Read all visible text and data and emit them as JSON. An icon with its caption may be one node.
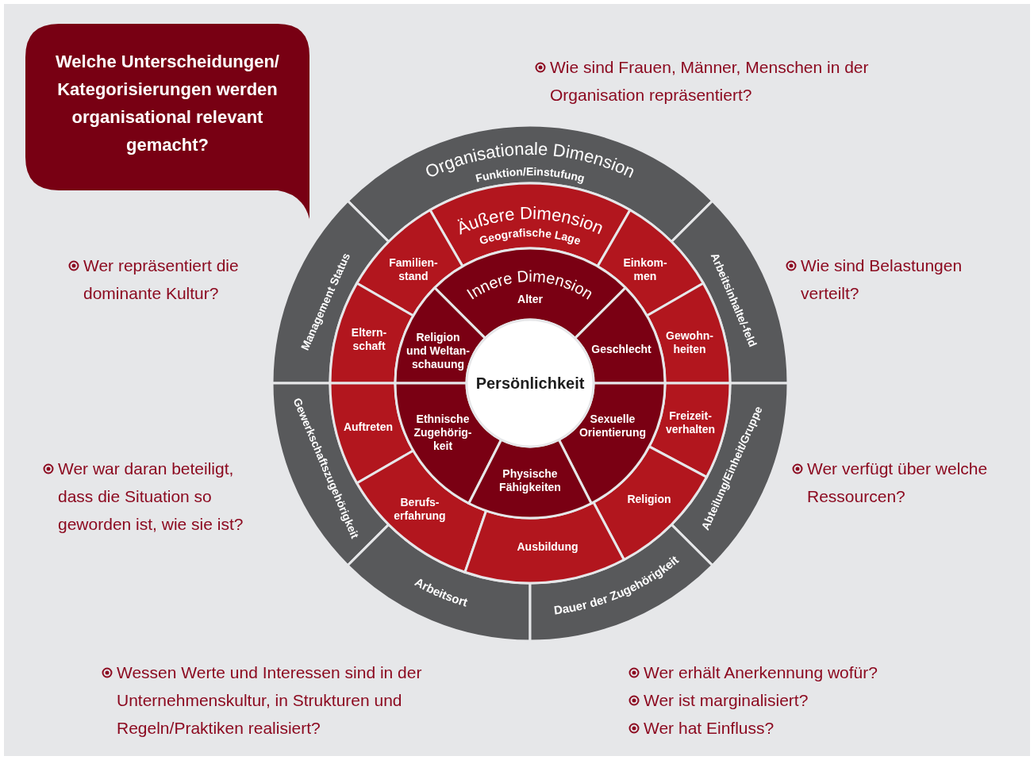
{
  "diagram": {
    "nodes": [
      {
        "text": [
          "Welche Unterscheidungen/ Kategorisierungen werden organisational relevant gemacht?"
        ]
      },
      {
        "text": [
          "Organisationale Dimension",
          "Funktion/Einstufung"
        ]
      },
      {
        "text": [
          "Management Status"
        ]
      },
      {
        "text": [
          "Arbeitsinhalte/-feld"
        ]
      },
      {
        "text": [
          "Gewerkschaftszugehörigkeit"
        ]
      },
      {
        "text": [
          "Abteilung/Einheit/Gruppe"
        ]
      },
      {
        "text": [
          "Arbeitsort"
        ]
      },
      {
        "text": [
          "Dauer der Zugehörigkeit"
        ]
      },
      {
        "text": [
          "Äußere Dimension",
          "Geografische Lage"
        ]
      },
      {
        "text": [
          "Familien- stand"
        ]
      },
      {
        "text": [
          "Einkom- men"
        ]
      },
      {
        "text": [
          "Eltern- schaft"
        ]
      },
      {
        "text": [
          "Gewohn- heiten"
        ]
      },
      {
        "text": [
          "Auftreten"
        ]
      },
      {
        "text": [
          "Freizeit- verhalten"
        ]
      },
      {
        "text": [
          "Berufs- erfahrung"
        ]
      },
      {
        "text": [
          "Religion"
        ]
      },
      {
        "text": [
          "Ausbildung"
        ]
      },
      {
        "text": [
          "Innere Dimension",
          "Alter"
        ]
      },
      {
        "text": [
          "Religion und Weltan- schauung"
        ]
      },
      {
        "text": [
          "Geschlecht"
        ]
      },
      {
        "text": [
          "Ethnische Zugehörig- keit"
        ]
      },
      {
        "text": [
          "Sexuelle Orientierung"
        ]
      },
      {
        "text": [
          "Physische Fähigkeiten"
        ]
      },
      {
        "text": [
          "Persönlichkeit"
        ]
      }
    ],
    "labels": [
      "Wie sind Frauen, Männer, Menschen in der Organisation repräsentiert?",
      "Wer repräsentiert die dominante Kultur?",
      "Wie sind Belastungen verteilt?",
      "Wer war daran beteiligt, dass die Situation so geworden ist, wie sie ist?",
      "Wer verfügt über welche Ressourcen?",
      "Wessen Werte und Interessen sind in der Unternehmenskultur, in Strukturen und Regeln/Praktiken realisiert?",
      "Wer erhält Anerkennung wofür?",
      "Wer ist marginalisiert?",
      "Wer hat Einfluss?"
    ]
  }
}
